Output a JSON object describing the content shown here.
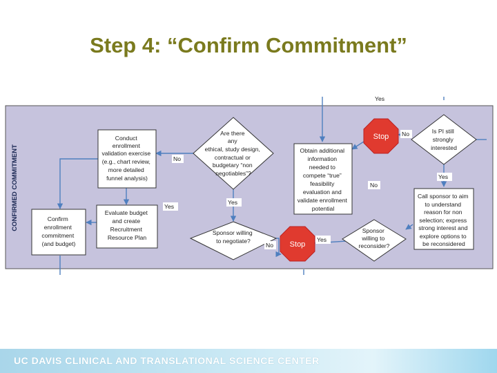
{
  "slide": {
    "title": "Step 4:  “Confirm Commitment”",
    "footer": "UC DAVIS CLINICAL AND TRANSLATIONAL SCIENCE CENTER"
  },
  "flowchart": {
    "side_label": "CONFIRMED COMMITMENT",
    "yes_top": "Yes",
    "conduct_box": [
      "Conduct",
      "enrollment",
      "validation exercise",
      "(e.g., chart review,",
      "more detailed",
      "funnel analysis)"
    ],
    "ethical_diamond": [
      "Are there",
      "any",
      "ethical, study design,",
      "contractual or",
      "budgetary “non",
      "negotiables”?"
    ],
    "obtain_box": [
      "Obtain additional",
      "information",
      "needed to",
      "compete “true”",
      "feasibility",
      "evaluation and",
      "validate enrollment",
      "potential"
    ],
    "stop_top": "Stop",
    "no_stop_top": "No",
    "pi_diamond": [
      "Is PI still",
      "strongly",
      "interested"
    ],
    "yes_pi": "Yes",
    "no_obtain": "No",
    "no_conduct": "No",
    "yes_ethical": "Yes",
    "yes_evaluate": "Yes",
    "confirm_box": [
      "Confirm",
      "enrollment",
      "commitment",
      "(and budget)"
    ],
    "evaluate_box": [
      "Evaluate budget",
      "and create",
      "Recruitment",
      "Resource Plan"
    ],
    "sponsor_negotiate": [
      "Sponsor willing",
      "to negotiate?"
    ],
    "no_negotiate": "No",
    "stop_bottom": "Stop",
    "yes_reconsider": "Yes",
    "sponsor_reconsider": [
      "Sponsor",
      "willing to",
      "reconsider?"
    ],
    "call_box": [
      "Call sponsor to aim",
      "to understand",
      "reason for non",
      "selection; express",
      "strong interest and",
      "explore options to",
      "be reconsidered"
    ]
  }
}
